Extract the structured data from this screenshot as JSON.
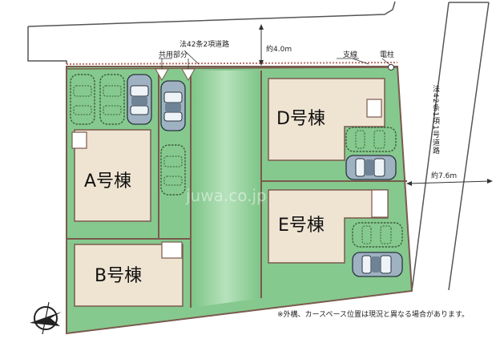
{
  "road_top": {
    "label": "法42条2項道路",
    "width_label": "約4.0m",
    "shared_part_label": "共用部分",
    "guy_wire_label": "支線",
    "pole_label": "電柱"
  },
  "road_right": {
    "label": "法42条1項1号道路",
    "width_label": "約7.6m"
  },
  "buildings": [
    {
      "label": "A号棟"
    },
    {
      "label": "B号棟"
    },
    {
      "label": "D号棟"
    },
    {
      "label": "E号棟"
    }
  ],
  "watermark": "juwa.co.jp",
  "note": "※外構、カースペース位置は現況と異なる場合があります。",
  "icons": [
    "north-compass-icon",
    "utility-pole-icon",
    "car-icon"
  ],
  "colors": {
    "lot_green": "#86c98e",
    "lot_green_light": "#a9dbaf",
    "building_fill": "#efe3d2",
    "lot_border": "#7a5a4e",
    "road_outline": "#555555",
    "setback_line": "#b8736a"
  }
}
